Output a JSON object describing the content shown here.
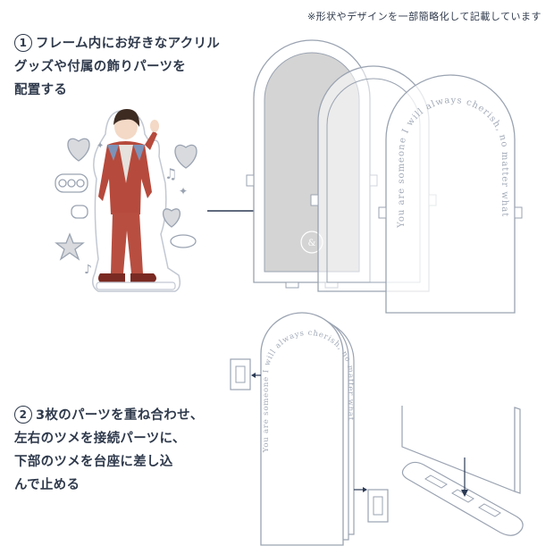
{
  "note": "※形状やデザインを一部簡略化して記載しています",
  "step1": {
    "number": "1",
    "lines": [
      "フレーム内にお好きなアクリル",
      "グッズや付属の飾りパーツを",
      "配置する"
    ]
  },
  "step2": {
    "number": "2",
    "lines": [
      "3枚のパーツを重ね合わせ、",
      "左右のツメを接続パーツに、",
      "下部のツメを台座に差し込",
      "んで止める"
    ]
  },
  "frame_text": "You are someone I will always cherish, no matter what",
  "colors": {
    "ink": "#2f3a4c",
    "outline": "#9aa3b1",
    "gray_panel": "#d4d4d4",
    "arrow": "#2b3a55",
    "jacket": "#b64a3c",
    "denim": "#7d93b8"
  }
}
